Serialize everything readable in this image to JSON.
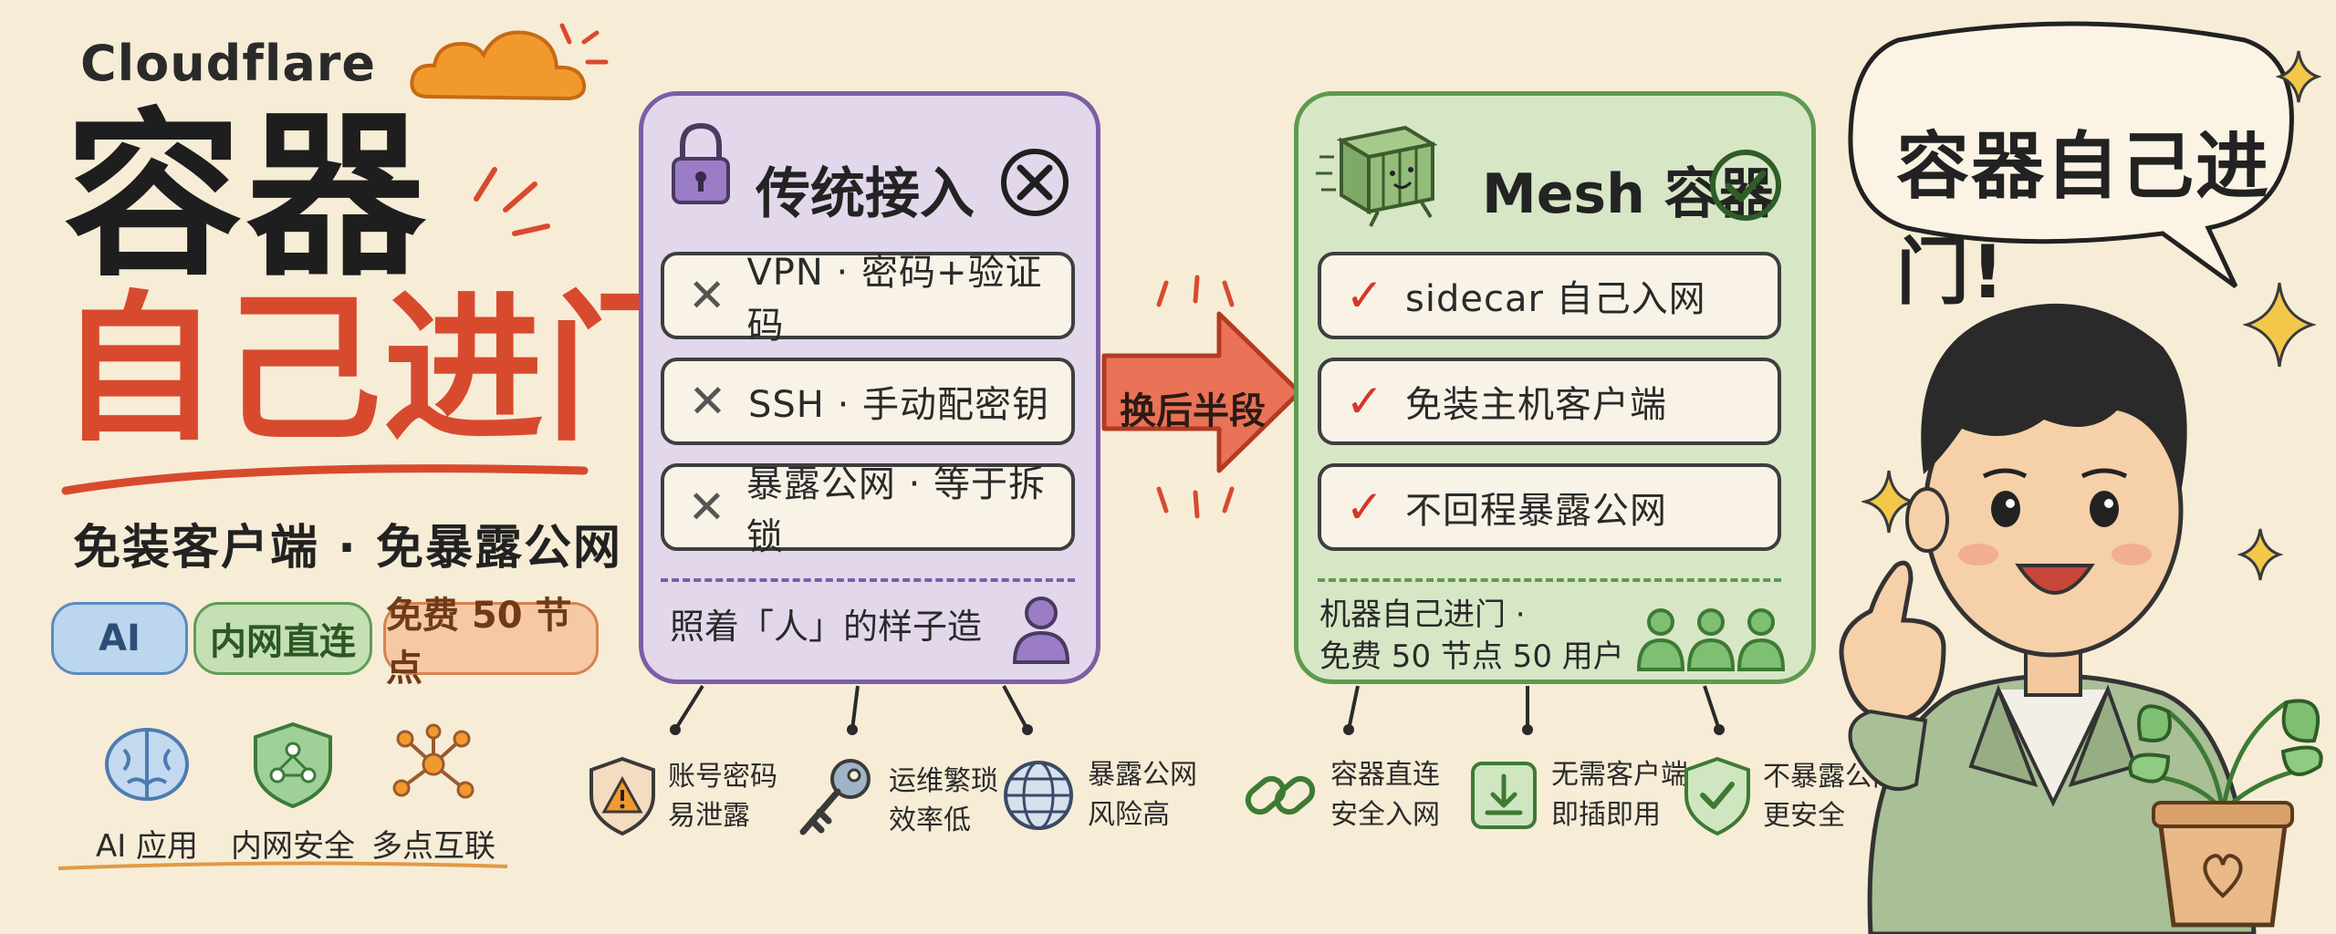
{
  "brand": "Cloudflare",
  "title_line1": "容器",
  "title_line2": "自己进门",
  "subtitle": "免装客户端 · 免暴露公网",
  "tags": [
    "AI",
    "内网直连",
    "免费 50 节点"
  ],
  "features": [
    {
      "icon": "brain-icon",
      "label": "AI 应用"
    },
    {
      "icon": "shield-network-icon",
      "label": "内网安全"
    },
    {
      "icon": "network-nodes-icon",
      "label": "多点互联"
    }
  ],
  "left_panel": {
    "title": "传统接入",
    "rows": [
      "VPN · 密码+验证码",
      "SSH · 手动配密钥",
      "暴露公网 · 等于拆锁"
    ],
    "footer": "照着「人」的样子造"
  },
  "arrow_label": "换后半段",
  "right_panel": {
    "title": "Mesh 容器",
    "rows": [
      "sidecar 自己入网",
      "免装主机客户端",
      "不回程暴露公网"
    ],
    "footer_line1": "机器自己进门 ·",
    "footer_line2": "免费 50 节点  50 用户"
  },
  "bottom_left": [
    {
      "icon": "warning-shield-icon",
      "line1": "账号密码",
      "line2": "易泄露"
    },
    {
      "icon": "key-icon",
      "line1": "运维繁琐",
      "line2": "效率低"
    },
    {
      "icon": "globe-icon",
      "line1": "暴露公网",
      "line2": "风险高"
    }
  ],
  "bottom_right": [
    {
      "icon": "link-icon",
      "line1": "容器直连",
      "line2": "安全入网"
    },
    {
      "icon": "download-icon",
      "line1": "无需客户端",
      "line2": "即插即用"
    },
    {
      "icon": "check-shield-icon",
      "line1": "不暴露公网",
      "line2": "更安全"
    }
  ],
  "speech_bubble": "容器自己进门!",
  "colors": {
    "background": "#f7ecd6",
    "accent_red": "#d84a2e",
    "left_panel": "#e3d7ec",
    "right_panel": "#d7e7c6",
    "cloud": "#f2992e"
  }
}
